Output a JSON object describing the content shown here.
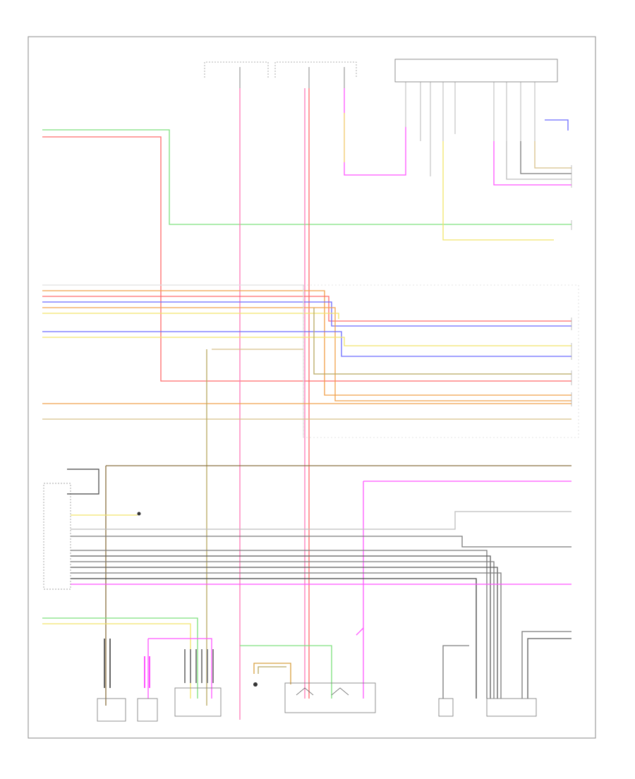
{
  "diagram": {
    "page_label": "",
    "components": [
      {
        "id": "fuse-block-left",
        "lines": [
          "",
          ""
        ]
      },
      {
        "id": "fuse-block-center",
        "lines": [
          "",
          ""
        ]
      },
      {
        "id": "junction-block-top-right",
        "lines": [
          ""
        ]
      },
      {
        "id": "connector-module-left",
        "lines": [
          "",
          ""
        ]
      },
      {
        "id": "comp-1",
        "lines": [
          ""
        ]
      },
      {
        "id": "comp-2",
        "lines": [
          "",
          ""
        ]
      },
      {
        "id": "comp-3",
        "lines": [
          "",
          "",
          ""
        ]
      },
      {
        "id": "ground-sensor",
        "lines": [
          "",
          ""
        ]
      },
      {
        "id": "relay-module",
        "lines": [
          "",
          "",
          ""
        ]
      },
      {
        "id": "comp-right-1",
        "lines": [
          "",
          ""
        ]
      },
      {
        "id": "comp-right-2",
        "lines": [
          "",
          ""
        ]
      }
    ],
    "colors": {
      "green": "#7de07d",
      "red": "#ff6a6a",
      "pink": "#ff7ab8",
      "magenta": "#ff55ff",
      "orange": "#f0a04a",
      "blue": "#6a6aff",
      "yellow": "#f2e46a",
      "olive": "#b8a860",
      "tan": "#d8c08a",
      "grey": "#7a7a7a",
      "dark": "#444444",
      "lightgrey": "#bdbdbd"
    }
  }
}
